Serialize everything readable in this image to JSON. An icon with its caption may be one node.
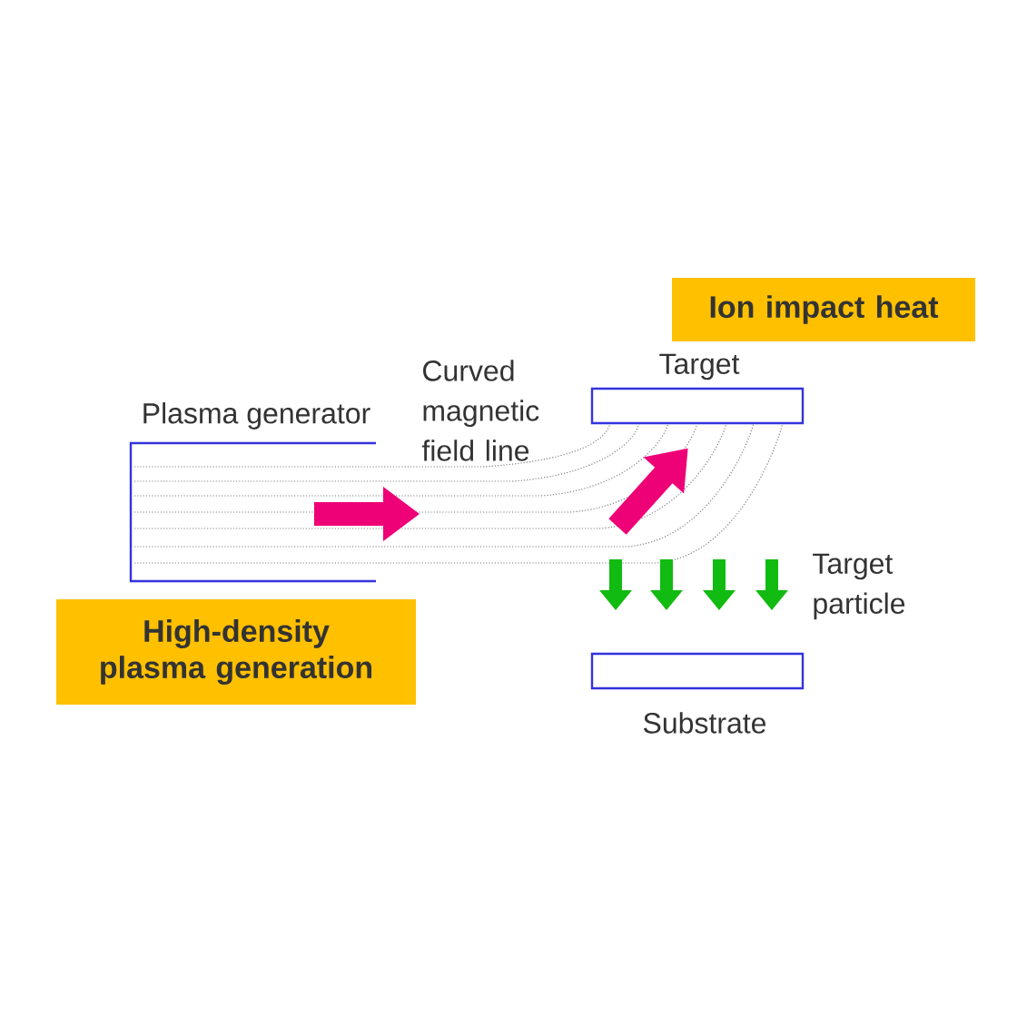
{
  "diagram": {
    "nodes": [
      {
        "text": [
          "Ion impact heat"
        ]
      },
      {
        "text": [
          "Target"
        ]
      },
      {
        "text": [
          "Plasma generator"
        ]
      },
      {
        "text": [
          "High-density plasma generation"
        ]
      },
      {
        "text": [
          "Substrate"
        ]
      }
    ],
    "labels": [
      "Curved magnetic field line",
      "Target particle"
    ]
  }
}
